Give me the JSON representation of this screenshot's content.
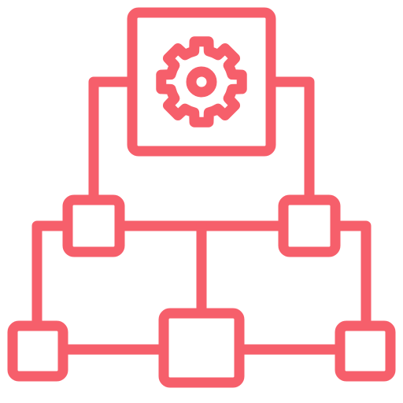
{
  "icon": {
    "name": "network-settings-icon",
    "color": "#F65F6B",
    "background": "#FFFFFF",
    "parts": {
      "top_box": "gear-box",
      "gear": "gear-icon",
      "mid_left_node": "node-box",
      "mid_right_node": "node-box",
      "bottom_left_node": "node-box",
      "bottom_center_node": "node-box",
      "bottom_right_node": "node-box"
    }
  }
}
